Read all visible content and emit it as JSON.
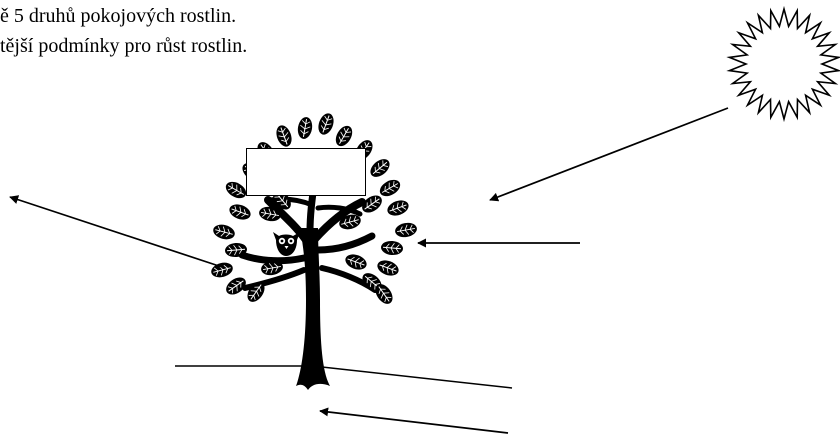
{
  "instructions": {
    "line_1": "ě 5 druhů pokojových rostlin.",
    "line_2": "tější podmínky pro růst rostlin."
  },
  "diagram": {
    "tree": "tree-with-owl",
    "sun": "sun-outline",
    "answer_box": ""
  },
  "colors": {
    "ink": "#000000",
    "paper": "#ffffff"
  }
}
